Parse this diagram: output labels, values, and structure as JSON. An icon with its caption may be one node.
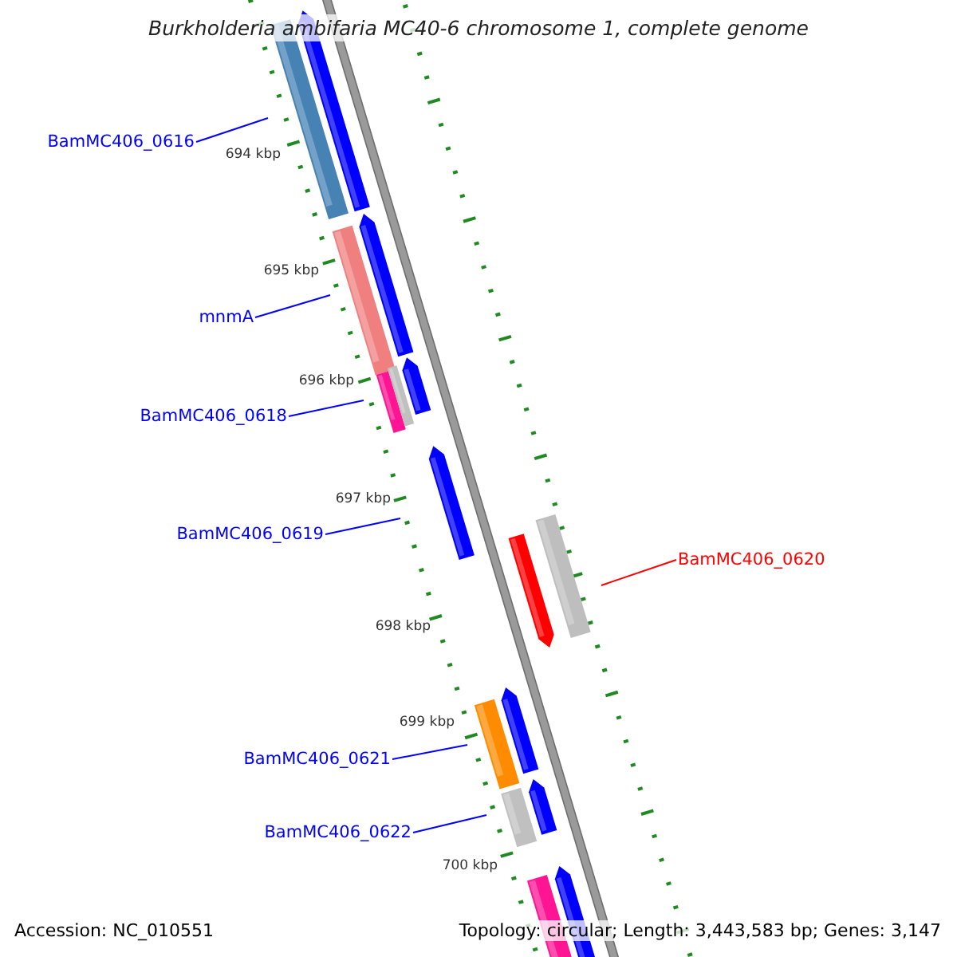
{
  "diagram": {
    "title": "Burkholderia ambifaria MC40-6 chromosome 1, complete genome",
    "nodes": [
      {
        "text": [
          "BamMC406_0616"
        ]
      },
      {
        "text": [
          "mnmA"
        ]
      },
      {
        "text": [
          "BamMC406_0618"
        ]
      },
      {
        "text": [
          "BamMC406_0619"
        ]
      },
      {
        "text": [
          "BamMC406_0620"
        ]
      },
      {
        "text": [
          "BamMC406_0621"
        ]
      },
      {
        "text": [
          "BamMC406_0622"
        ]
      }
    ],
    "edges": [
      {
        "from": 0,
        "to": null,
        "arrow": "none"
      },
      {
        "from": 1,
        "to": null,
        "arrow": "none"
      },
      {
        "from": 2,
        "to": null,
        "arrow": "none"
      },
      {
        "from": 3,
        "to": null,
        "arrow": "none"
      },
      {
        "from": 4,
        "to": null,
        "arrow": "none",
        "color": "#ff0000"
      },
      {
        "from": 5,
        "to": null,
        "arrow": "none"
      },
      {
        "from": 6,
        "to": null,
        "arrow": "none"
      }
    ],
    "labels": [
      "694 kbp",
      "695 kbp",
      "696 kbp",
      "697 kbp",
      "698 kbp",
      "699 kbp",
      "700 kbp",
      "Accession: NC_010551",
      "Topology: circular; Length: 3,443,583 bp; Genes: 3,147"
    ]
  }
}
